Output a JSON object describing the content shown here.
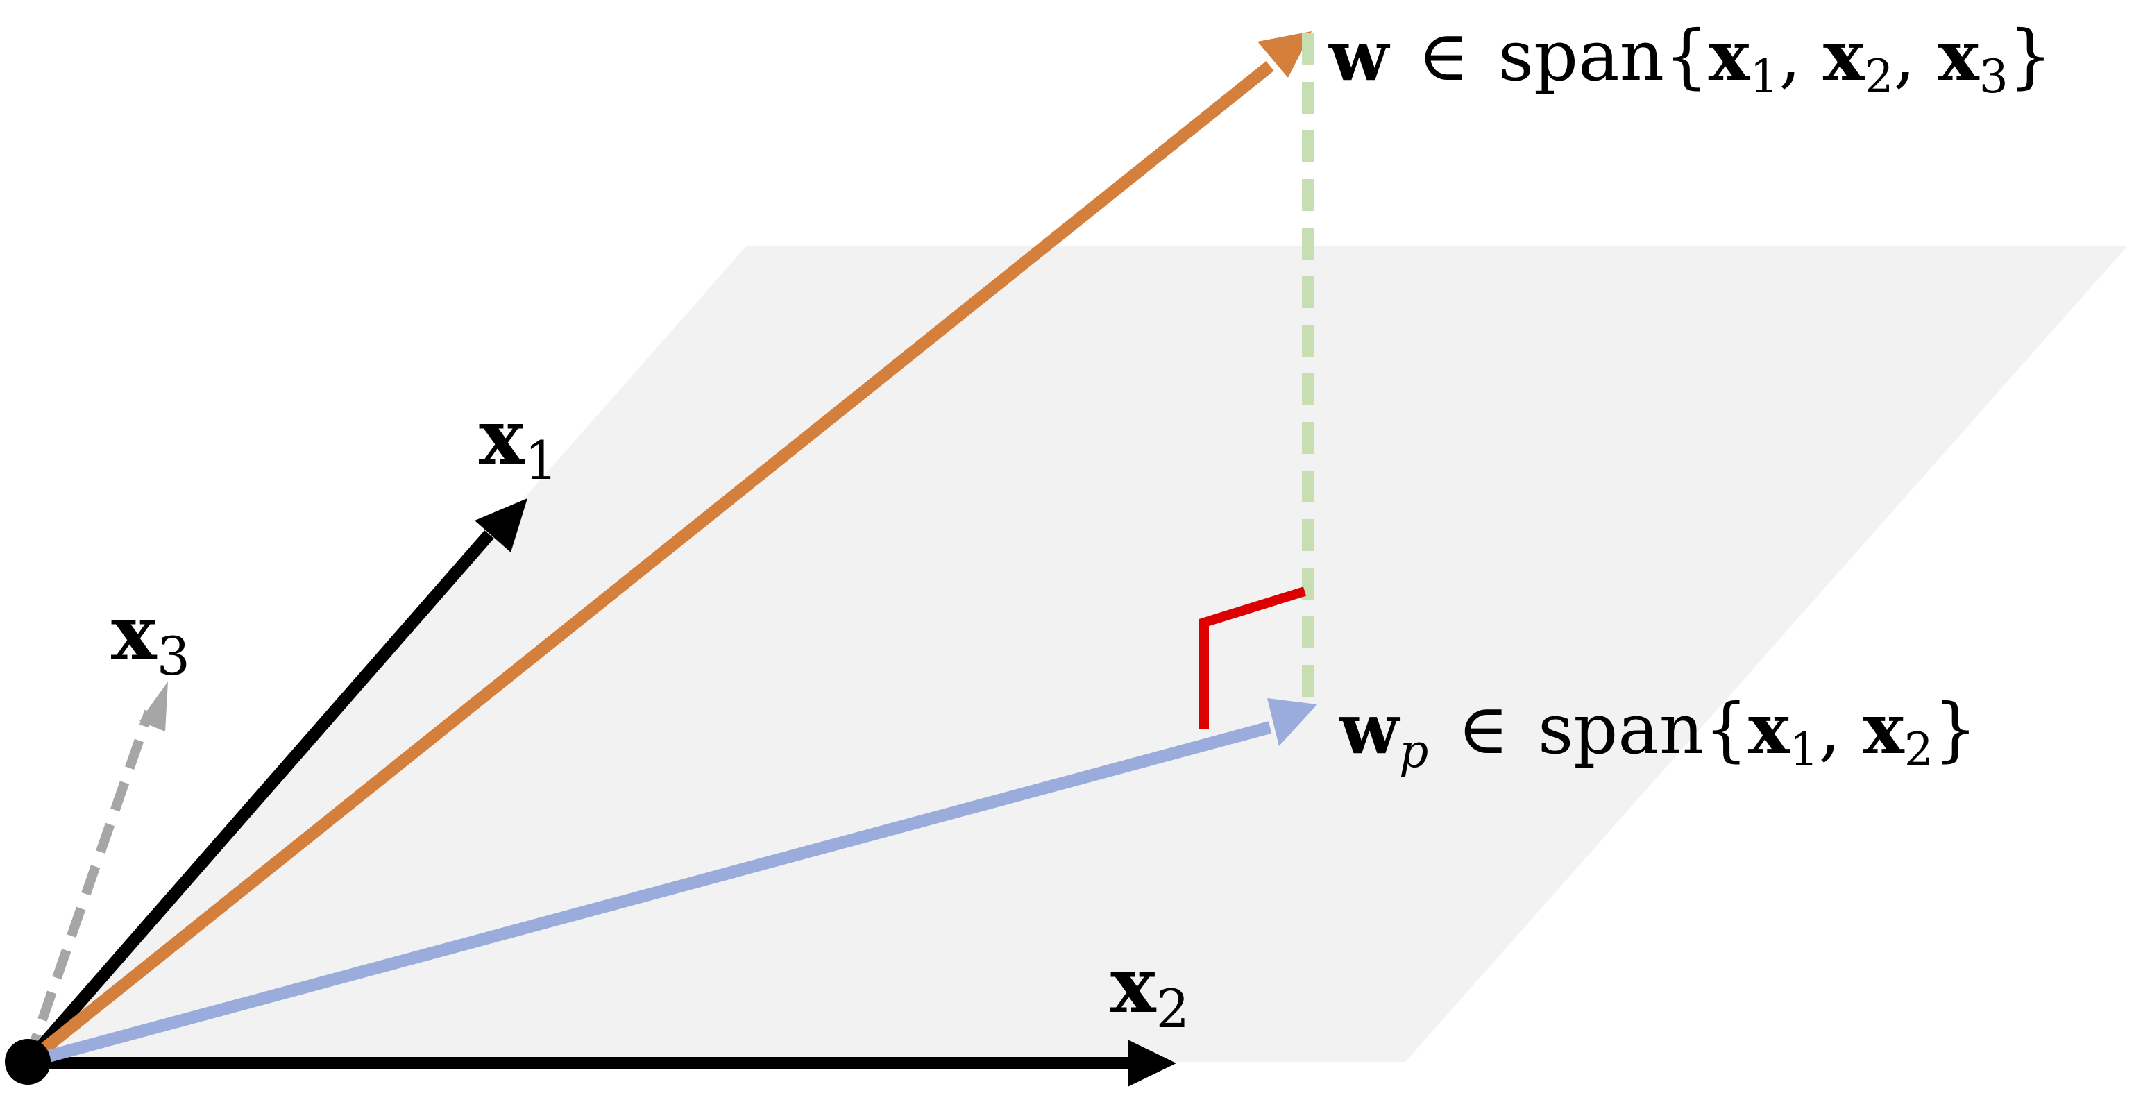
{
  "colors": {
    "plane": "#f2f2f2",
    "x_vectors": "#000000",
    "x3_vector": "#a6a6a6",
    "w_vector": "#d47f3b",
    "wp_vector": "#9aacdb",
    "projection_line": "#c7deb3",
    "right_angle": "#dd0000",
    "origin": "#000000"
  },
  "labels": {
    "x1": {
      "base": "x",
      "sub": "1"
    },
    "x2": {
      "base": "x",
      "sub": "2"
    },
    "x3": {
      "base": "x",
      "sub": "3"
    },
    "w": {
      "vector": "w",
      "rel": "∈",
      "fn": "span",
      "open": "{",
      "v1": "x",
      "s1": "1",
      "comma1": ",",
      "v2": "x",
      "s2": "2",
      "comma2": ",",
      "v3": "x",
      "s3": "3",
      "close": "}"
    },
    "wp": {
      "vector": "w",
      "sub": "p",
      "rel": "∈",
      "fn": "span",
      "open": "{",
      "v1": "x",
      "s1": "1",
      "comma1": ",",
      "v2": "x",
      "s2": "2",
      "close": "}"
    }
  },
  "icons": {
    "origin": "filled-circle",
    "arrowheads": "triangle"
  }
}
